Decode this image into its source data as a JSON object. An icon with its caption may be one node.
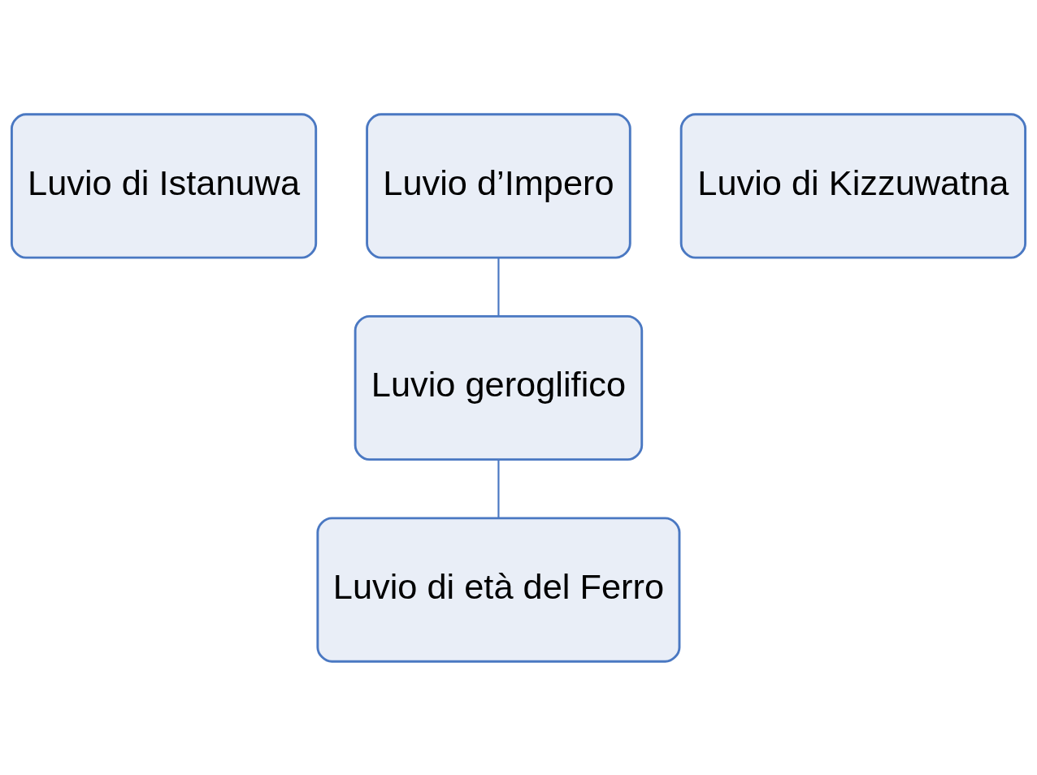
{
  "diagram": {
    "nodes": [
      {
        "text": [
          "Luvio di Istanuwa"
        ]
      },
      {
        "text": [
          "Luvio d’Impero"
        ]
      },
      {
        "text": [
          "Luvio di Kizzuwatna"
        ]
      },
      {
        "text": [
          "Luvio geroglifico"
        ]
      },
      {
        "text": [
          "Luvio di età del Ferro"
        ]
      }
    ],
    "edges": [
      {
        "from": 1,
        "to": 3,
        "arrow": "none"
      },
      {
        "from": 3,
        "to": 4,
        "arrow": "none"
      }
    ]
  }
}
